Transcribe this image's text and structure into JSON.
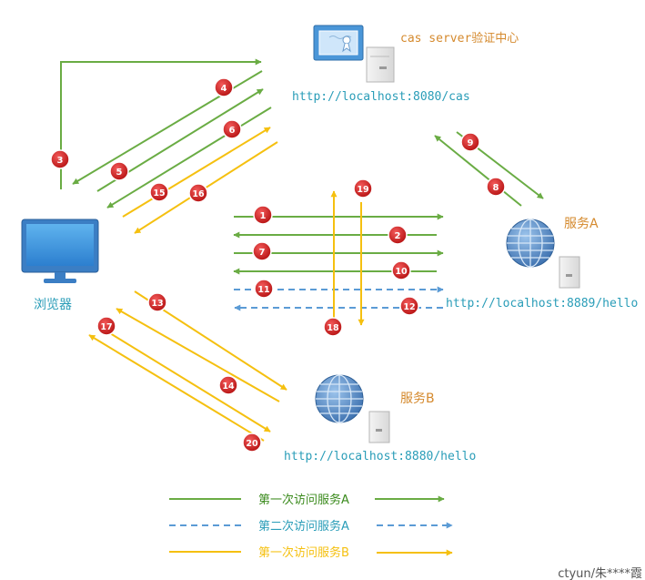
{
  "colors": {
    "green": "#6aac44",
    "blue": "#5b9bd5",
    "yellow": "#f5c010",
    "badge": "#d61f1f",
    "orange_text": "#d58a2e",
    "teal_text": "#2a9db8",
    "legend_green_text": "#3a8a1c"
  },
  "cas": {
    "title": "cas server验证中心",
    "url": "http://localhost:8080/cas",
    "icon": "certificate-server-icon"
  },
  "browser": {
    "label": "浏览器",
    "icon": "monitor-icon"
  },
  "service_a": {
    "label": "服务A",
    "url": "http://localhost:8889/hello",
    "icon": "globe-server-icon"
  },
  "service_b": {
    "label": "服务B",
    "url": "http://localhost:8880/hello",
    "icon": "globe-server-icon"
  },
  "steps": [
    "1",
    "2",
    "3",
    "4",
    "5",
    "6",
    "7",
    "8",
    "9",
    "10",
    "11",
    "12",
    "13",
    "14",
    "15",
    "16",
    "17",
    "18",
    "19",
    "20"
  ],
  "legend": [
    {
      "label": "第一次访问服务A",
      "style": "solid-green"
    },
    {
      "label": "第二次访问服务A",
      "style": "dashed-blue"
    },
    {
      "label": "第一次访问服务B",
      "style": "solid-yellow"
    }
  ],
  "watermark": "ctyun/朱****霞"
}
